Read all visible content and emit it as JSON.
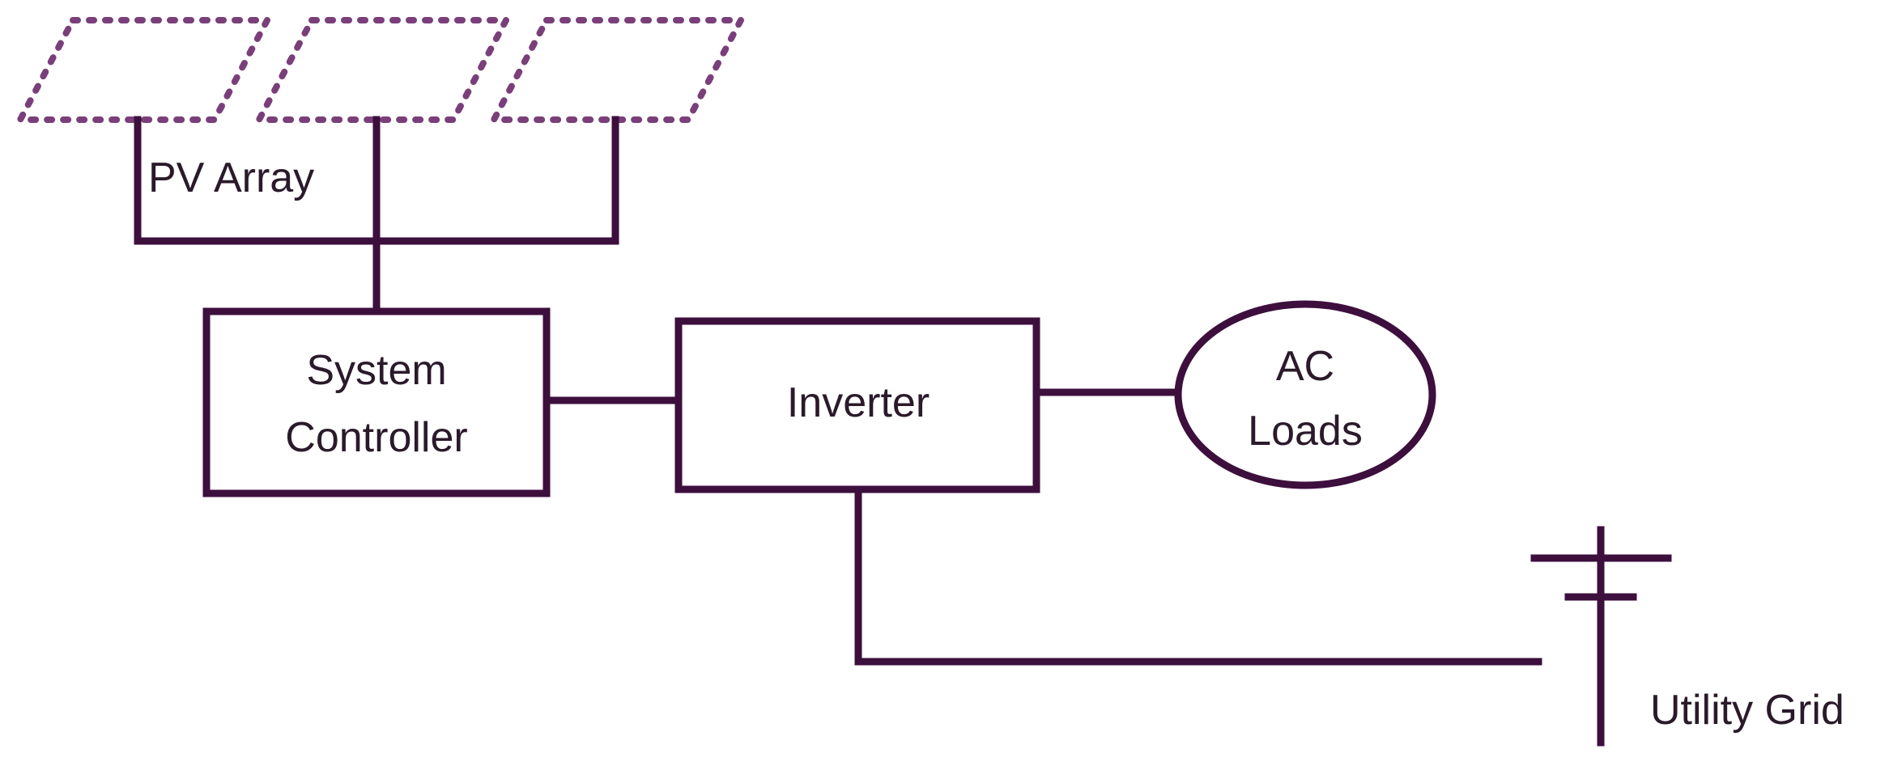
{
  "pv_array": {
    "label": "PV Array",
    "panel_count": 3
  },
  "system_controller": {
    "line1": "System",
    "line2": "Controller"
  },
  "inverter": {
    "label": "Inverter"
  },
  "ac_loads": {
    "line1": "AC",
    "line2": "Loads"
  },
  "utility_grid": {
    "label": "Utility Grid"
  },
  "colors": {
    "wire": "#3d0f3d",
    "panel": "#7a3f7a",
    "text": "#2a1a2a"
  }
}
